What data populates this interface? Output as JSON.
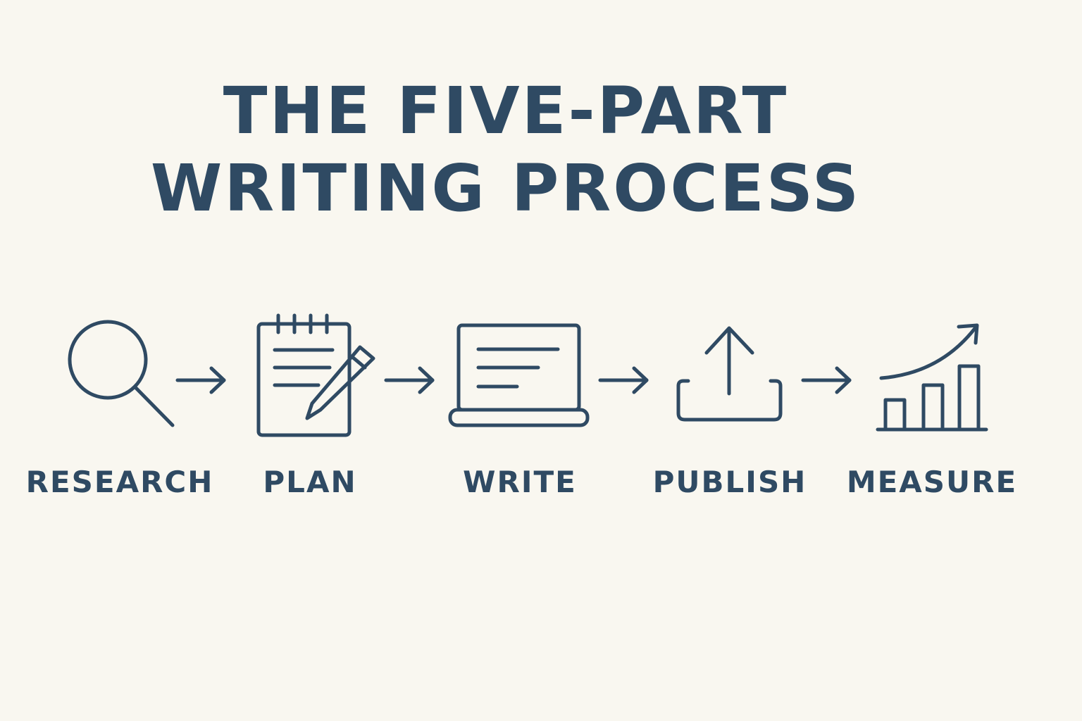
{
  "title": {
    "line1": "THE FIVE-PART",
    "line2": "WRITING PROCESS"
  },
  "steps": [
    {
      "label": "RESEARCH",
      "icon": "magnifying-glass-icon"
    },
    {
      "label": "PLAN",
      "icon": "notepad-with-pencil-icon"
    },
    {
      "label": "WRITE",
      "icon": "laptop-icon"
    },
    {
      "label": "PUBLISH",
      "icon": "upload-tray-icon"
    },
    {
      "label": "MEASURE",
      "icon": "growth-bar-chart-icon"
    }
  ],
  "connector_icon": "right-arrow-icon",
  "colors": {
    "ink": "#2f4a63",
    "background": "#f9f7f0"
  }
}
